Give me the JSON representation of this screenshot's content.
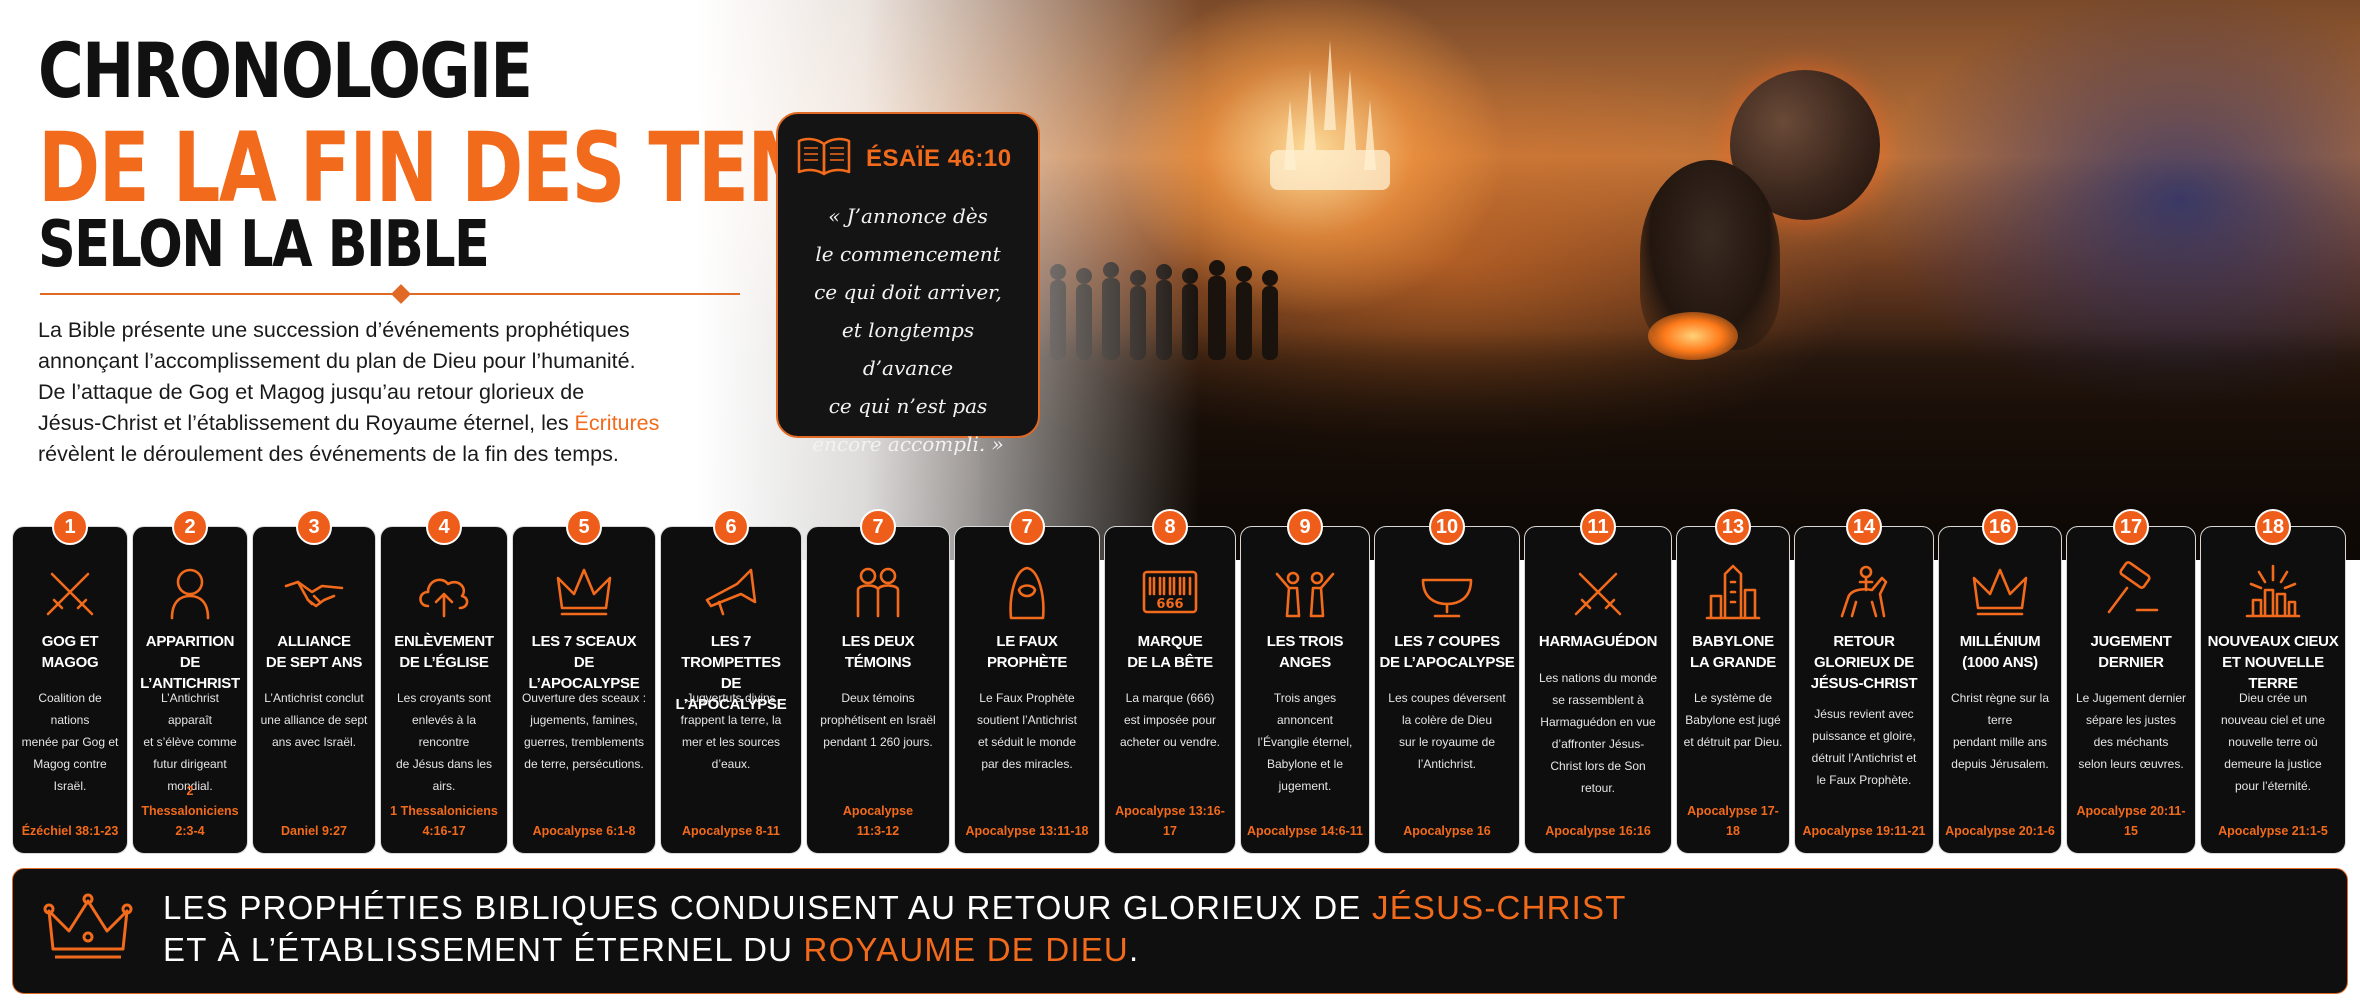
{
  "header": {
    "title_line1": "CHRONOLOGIE",
    "title_line2": "DE LA FIN DES TEMPS",
    "title_line3": "SELON LA BIBLE"
  },
  "intro": {
    "line1": "La Bible présente une succession d’événements prophétiques",
    "line2": "annonçant l’accomplissement du plan de Dieu pour l’humanité.",
    "line3": "De l’attaque de Gog et Magog jusqu’au retour glorieux de",
    "line4_start": "Jésus-Christ et l’établissement du Royaume éternel, les ",
    "line4_accent": "Écritures",
    "line5": "révèlent le déroulement des événements de la fin des temps."
  },
  "quote": {
    "reference": "ÉSAÏE 46:10",
    "icon": "open-book-icon",
    "lines": [
      "« J’annonce dès",
      "le commencement",
      "ce qui doit arriver,",
      "et longtemps d’avance",
      "ce qui n’est pas",
      "encore accompli. »"
    ]
  },
  "colors": {
    "accent": "#f26a1b",
    "card_background": "#0e0e0e",
    "text_dark": "#111111"
  },
  "timeline": [
    {
      "number": "1",
      "icon": "crossed-swords-icon",
      "title": [
        "GOG ET",
        "MAGOG"
      ],
      "description": [
        "Coalition de nations",
        "menée par Gog et",
        "Magog contre Israël."
      ],
      "reference": [
        "Ézéchiel 38:1-23"
      ]
    },
    {
      "number": "2",
      "icon": "hooded-figure-icon",
      "title": [
        "APPARITION DE",
        "L’ANTICHRIST"
      ],
      "description": [
        "L’Antichrist apparaît",
        "et s’élève comme",
        "futur dirigeant",
        "mondial."
      ],
      "reference": [
        "2 Thessaloniciens",
        "2:3-4"
      ]
    },
    {
      "number": "3",
      "icon": "handshake-icon",
      "title": [
        "ALLIANCE",
        "DE SEPT ANS"
      ],
      "description": [
        "L’Antichrist conclut",
        "une alliance de sept",
        "ans avec Israël."
      ],
      "reference": [
        "Daniel 9:27"
      ]
    },
    {
      "number": "4",
      "icon": "cloud-up-arrow-icon",
      "title": [
        "ENLÈVEMENT",
        "DE L’ÉGLISE"
      ],
      "description": [
        "Les croyants sont",
        "enlevés à la rencontre",
        "de Jésus dans les airs."
      ],
      "reference": [
        "1 Thessaloniciens",
        "4:16-17"
      ]
    },
    {
      "number": "5",
      "icon": "crown-icon",
      "title": [
        "LES 7 SCEAUX",
        "DE L’APOCALYPSE"
      ],
      "description": [
        "Ouverture des sceaux :",
        "jugements, famines,",
        "guerres, tremblements",
        "de terre, persécutions."
      ],
      "reference": [
        "Apocalypse 6:1-8"
      ]
    },
    {
      "number": "6",
      "icon": "trumpet-icon",
      "title": [
        "LES 7 TROMPETTES",
        "DE L’APOCALYPSE"
      ],
      "description": [
        "Jugvertuts divins",
        "frappent la terre, la",
        "mer et les sources",
        "d’eaux."
      ],
      "reference": [
        "Apocalypse 8-11"
      ]
    },
    {
      "number": "7",
      "icon": "two-figures-icon",
      "title": [
        "LES DEUX",
        "TÉMOINS"
      ],
      "description": [
        "Deux témoins",
        "prophétisent en Israël",
        "pendant 1 260 jours."
      ],
      "reference": [
        "Apocalypse",
        "11:3-12"
      ]
    },
    {
      "number": "7",
      "icon": "hooded-prophet-icon",
      "title": [
        "LE FAUX",
        "PROPHÈTE"
      ],
      "description": [
        "Le Faux Prophète",
        "soutient l’Antichrist",
        "et séduit le monde",
        "par des miracles."
      ],
      "reference": [
        "Apocalypse 13:11-18"
      ]
    },
    {
      "number": "8",
      "icon": "barcode-666-icon",
      "title": [
        "MARQUE",
        "DE LA BÊTE"
      ],
      "description": [
        "La marque (666)",
        "est imposée pour",
        "acheter ou vendre."
      ],
      "reference": [
        "Apocalypse 13:16-17"
      ]
    },
    {
      "number": "9",
      "icon": "angels-icon",
      "title": [
        "LES TROIS",
        "ANGES"
      ],
      "description": [
        "Trois anges annoncent",
        "l’Évangile éternel,",
        "Babylone et le",
        "jugement."
      ],
      "reference": [
        "Apocalypse 14:6-11"
      ]
    },
    {
      "number": "10",
      "icon": "bowl-icon",
      "title": [
        "LES 7 COUPES",
        "DE L’APOCALYPSE"
      ],
      "description": [
        "Les coupes déversent",
        "la colère de Dieu",
        "sur le royaume de",
        "l’Antichrist."
      ],
      "reference": [
        "Apocalypse 16"
      ]
    },
    {
      "number": "11",
      "icon": "crossed-swords-icon",
      "title": [
        "HARMAGUÉDON"
      ],
      "description": [
        "Les nations du monde",
        "se rassemblent à",
        "Harmaguédon en vue",
        "d’affronter Jésus-",
        "Christ lors de Son",
        "retour."
      ],
      "reference": [
        "Apocalypse 16:16"
      ]
    },
    {
      "number": "13",
      "icon": "city-tower-icon",
      "title": [
        "BABYLONE",
        "LA GRANDE"
      ],
      "description": [
        "Le système de",
        "Babylone est jugé",
        "et détruit par Dieu."
      ],
      "reference": [
        "Apocalypse 17-18"
      ]
    },
    {
      "number": "14",
      "icon": "horse-rider-icon",
      "title": [
        "RETOUR",
        "GLORIEUX DE",
        "JÉSUS-CHRIST"
      ],
      "description": [
        "Jésus revient avec",
        "puissance et gloire,",
        "détruit l’Antichrist et",
        "le Faux Prophète."
      ],
      "reference": [
        "Apocalypse 19:11-21"
      ]
    },
    {
      "number": "16",
      "icon": "crown-icon",
      "title": [
        "MILLÉNIUM",
        "(1000 ANS)"
      ],
      "description": [
        "Christ règne sur la terre",
        "pendant mille ans",
        "depuis Jérusalem."
      ],
      "reference": [
        "Apocalypse 20:1-6"
      ]
    },
    {
      "number": "17",
      "icon": "gavel-icon",
      "title": [
        "JUGEMENT",
        "DERNIER"
      ],
      "description": [
        "Le Jugement dernier",
        "sépare les justes",
        "des méchants",
        "selon leurs œuvres."
      ],
      "reference": [
        "Apocalypse 20:11-15"
      ]
    },
    {
      "number": "18",
      "icon": "radiant-city-icon",
      "title": [
        "NOUVEAUX CIEUX",
        "ET NOUVELLE TERRE"
      ],
      "description": [
        "Dieu crée un",
        "nouveau ciel et une",
        "nouvelle terre où",
        "demeure la justice",
        "pour l’éternité."
      ],
      "reference": [
        "Apocalypse 21:1-5"
      ]
    }
  ],
  "banner": {
    "icon": "crown-icon",
    "line1_start": "LES PROPHÉTIES BIBLIQUES CONDUISENT AU RETOUR GLORIEUX DE ",
    "line1_accent": "JÉSUS-CHRIST",
    "line2_start": "ET À L’ÉTABLISSEMENT ÉTERNEL DU ",
    "line2_accent": "ROYAUME DE DIEU",
    "line2_end": "."
  }
}
